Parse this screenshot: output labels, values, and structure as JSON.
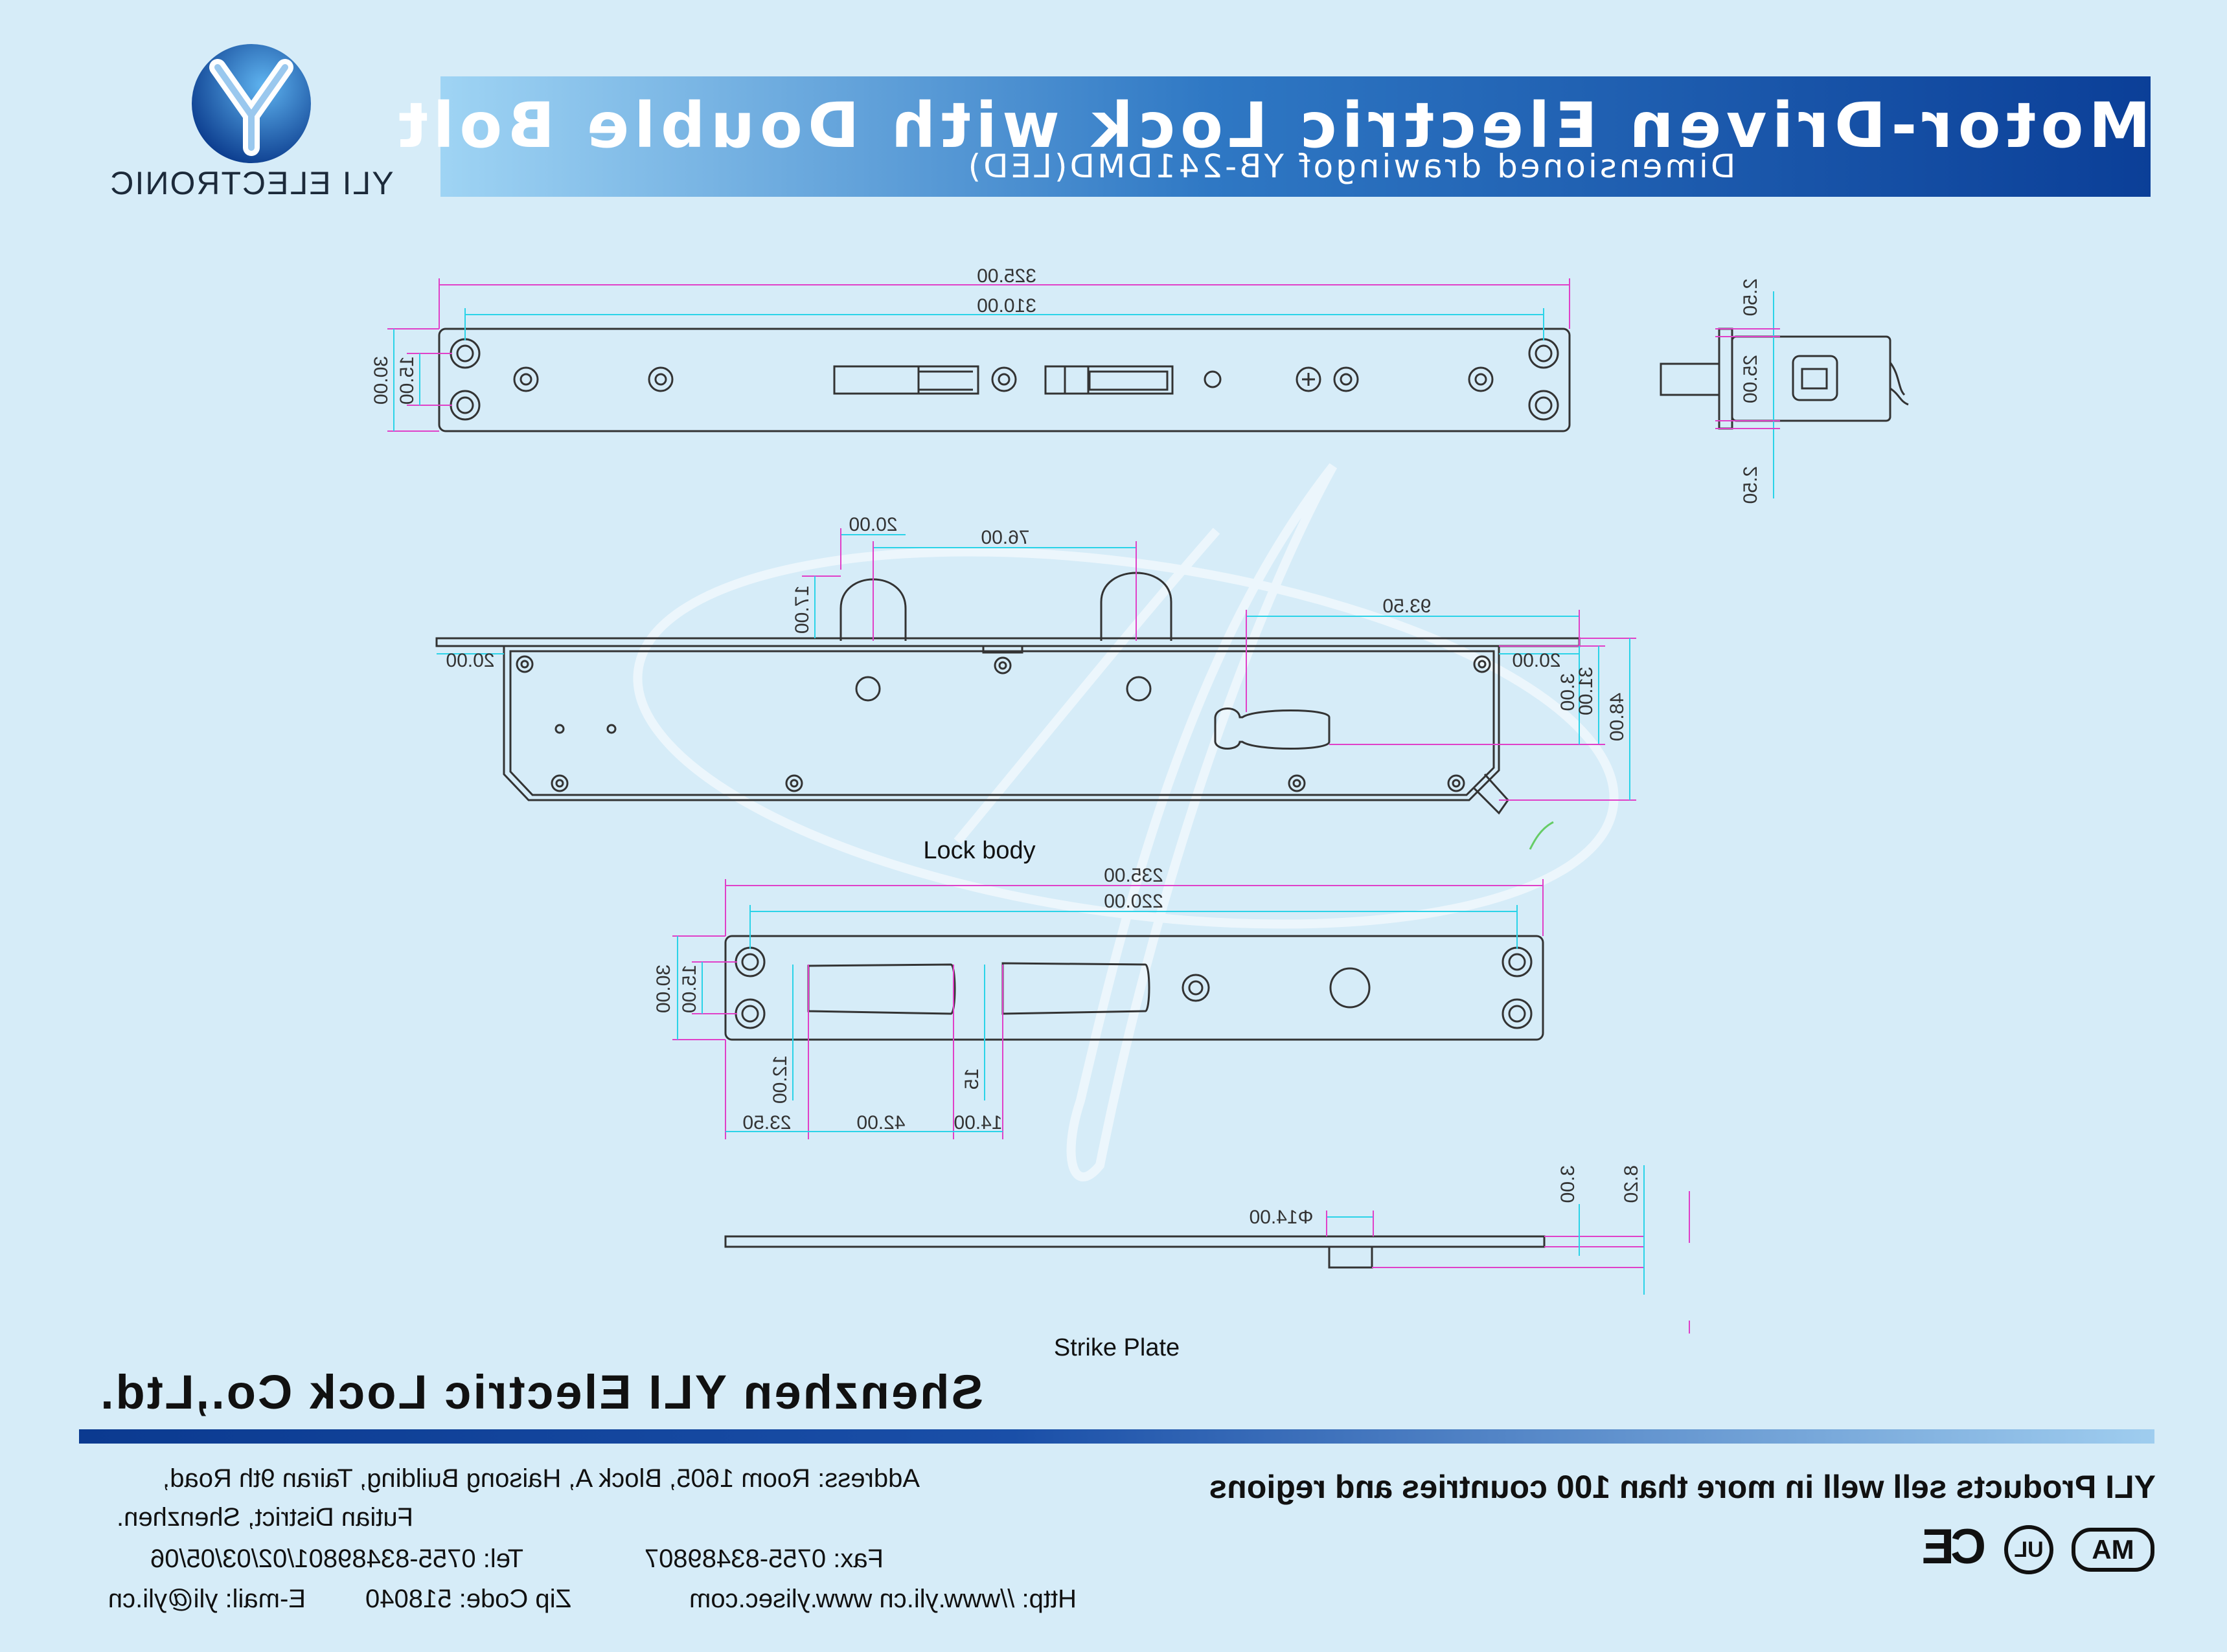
{
  "header": {
    "title": "Motor-Driven Electric Lock with Double Bolt",
    "subtitle": "Dimensioned drawingof YB-241DMD(LED)"
  },
  "logo": {
    "letter": "Y",
    "text": "YLI ELECTRONIC"
  },
  "drawing": {
    "top_view": {
      "overall_length": "325.00",
      "hole_spacing": "310.00",
      "width_inner": "15.00",
      "width_outer": "30.00"
    },
    "side_view": {
      "upper": "2.50",
      "middle": "25.00",
      "lower": "2.50"
    },
    "lock_body": {
      "label": "Lock body",
      "bolt_spacing": "76.00",
      "bolt_width": "20.00",
      "bolt_height": "17.00",
      "cylinder_offset": "93.50",
      "left_margin": "20.00",
      "right_margin": "20.00",
      "body_height": "48.00",
      "upper_a": "31.00",
      "upper_b": "3.00"
    },
    "strike_plate": {
      "label": "Strike Plate",
      "overall_length": "235.00",
      "hole_spacing": "220.00",
      "width_inner": "15.00",
      "width_outer": "30.00",
      "slot_gap": "14.00",
      "slot_length": "42.00",
      "end_offset": "23.50",
      "slot_depth": "15",
      "slot_offset": "12.00",
      "thickness_total": "8.20",
      "thickness_plate": "3.00",
      "stud_diameter": "Φ14.00"
    }
  },
  "company": {
    "name": "Shenzhen YLI Electric Lock Co.,Ltd.",
    "address_line1": "Address: Room 1605, Block A, Haisong Building, Tairan 9th Road,",
    "address_line2": "Futian District, Shenzhen.",
    "tel": "Tel: 0755-83489801/02/03/05/06",
    "fax": "Fax: 0755-83489807",
    "email": "E-mail: yli@yli.cn",
    "zip": "Zip Code: 518040",
    "http": "Http: //www.yli.cn   www.ylisec.com",
    "slogan": "YLI Products sell well in more than 100 countries and regions"
  },
  "certifications": {
    "ce": "CE",
    "ul": "UL",
    "ma": "MA"
  },
  "colors": {
    "banner_dark": "#0b3f98",
    "banner_light": "#9fd4f4",
    "background": "#d6ecf8",
    "dim_cyan": "#2bd3e8",
    "dim_magenta": "#e040c8"
  }
}
